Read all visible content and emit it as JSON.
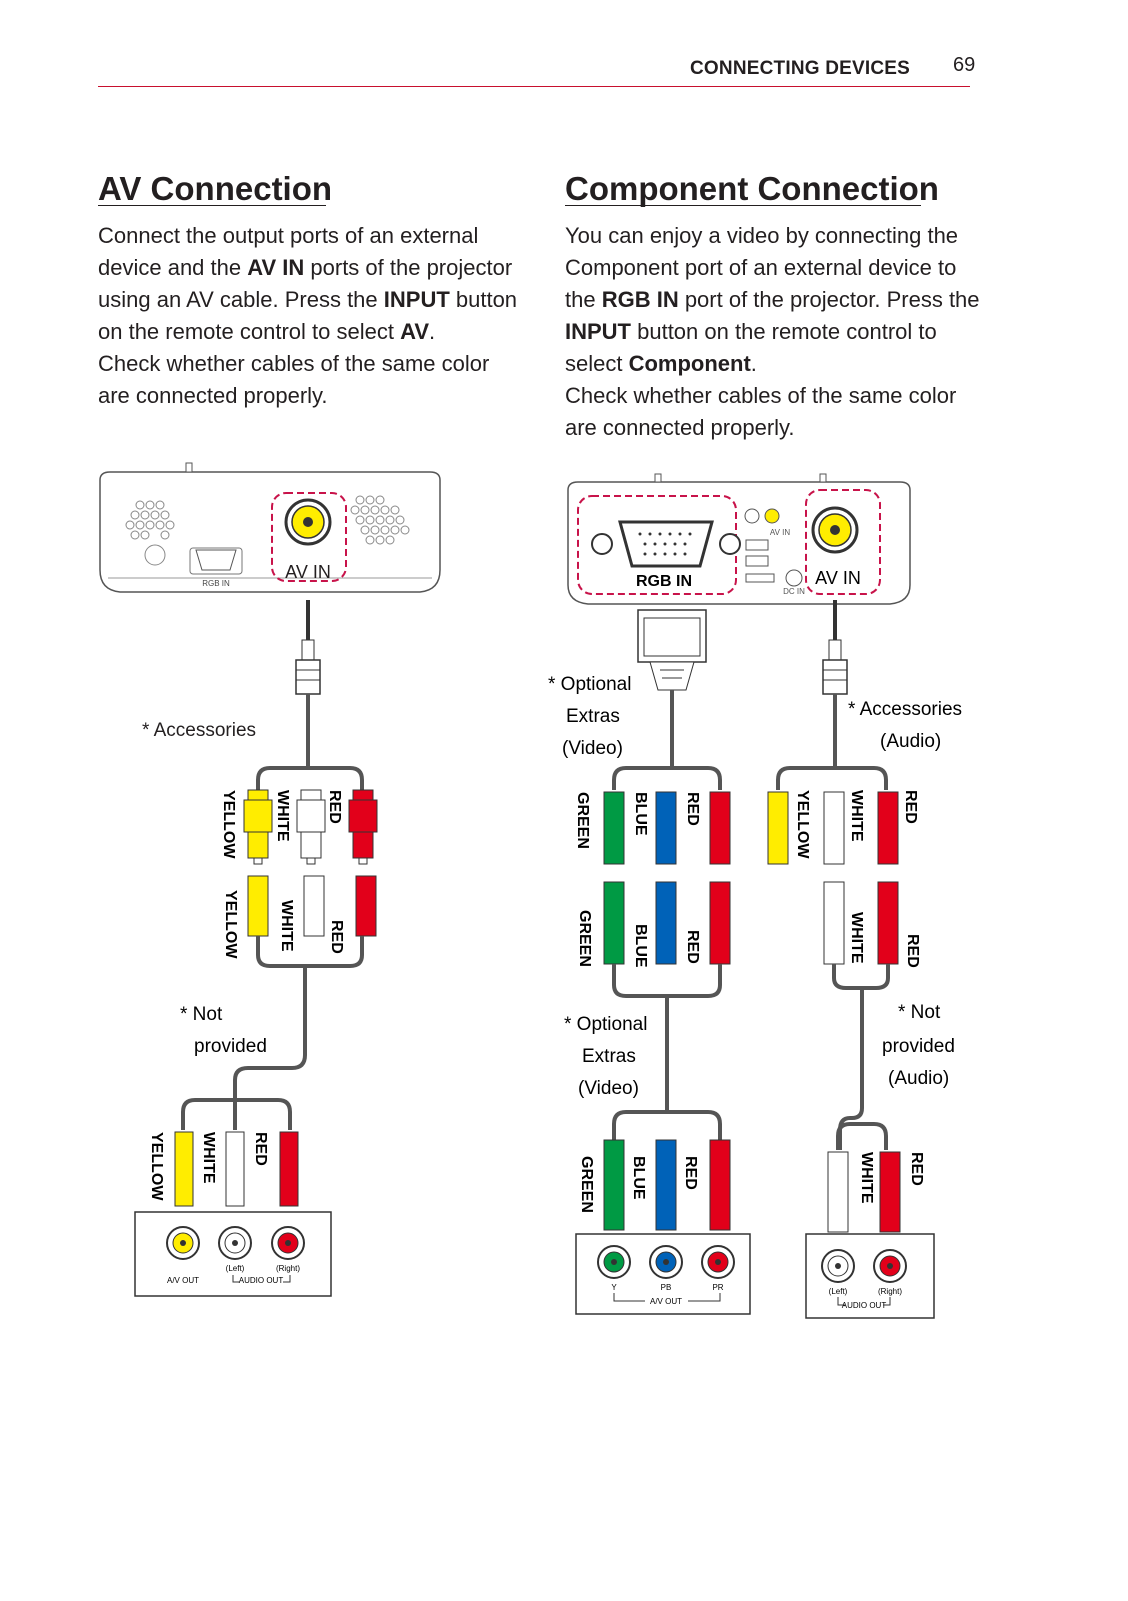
{
  "header": {
    "section": "CONNECTING DEVICES",
    "page_number": "69"
  },
  "av": {
    "title": "AV Connection",
    "p1": [
      "Connect the output ports of an external device and the ",
      "AV IN",
      " ports of the projector using an AV cable. Press the ",
      "INPUT",
      " button on the remote control to select ",
      "AV",
      "."
    ],
    "p2": "Check whether cables of the same color are connected properly.",
    "diagram": {
      "rgb_port": "RGB IN",
      "av_in": "AV IN",
      "accessories": "* Accessories",
      "not_provided": [
        "* Not",
        "provided"
      ],
      "plugs": [
        "YELLOW",
        "WHITE",
        "RED"
      ],
      "jack_left": "(Left)",
      "jack_right": "(Right)",
      "av_out": "A/V OUT",
      "audio_out": "AUDIO OUT"
    }
  },
  "component": {
    "title": "Component Connection",
    "p1": [
      "You can enjoy a video by connecting the Component port of an external device to the ",
      "RGB IN",
      " port of the projector. Press the ",
      "INPUT",
      " button on the remote control to select ",
      "Component",
      "."
    ],
    "p2": "Check whether cables of the same color are connected properly.",
    "diagram": {
      "rgb_in": "RGB IN",
      "av_in": "AV IN",
      "av_in_small": "AV IN",
      "dc_in": "DC IN",
      "optional_top": [
        "* Optional",
        "Extras",
        "(Video)"
      ],
      "accessories_audio": [
        "* Accessories",
        "(Audio)"
      ],
      "optional_mid": [
        "* Optional",
        "Extras",
        "(Video)"
      ],
      "not_provided_audio": [
        "* Not",
        "provided",
        "(Audio)"
      ],
      "video_plugs": [
        "GREEN",
        "BLUE",
        "RED"
      ],
      "audio_plugs_top": [
        "YELLOW",
        "WHITE",
        "RED"
      ],
      "audio_plugs": [
        "WHITE",
        "RED"
      ],
      "y": "Y",
      "pb": "PB",
      "pr": "PR",
      "av_out": "A/V OUT",
      "jack_left": "(Left)",
      "jack_right": "(Right)",
      "audio_out": "AUDIO OUT"
    }
  },
  "colors": {
    "yellow": "#ffed00",
    "white": "#ffffff",
    "red": "#e2001a",
    "green": "#009a44",
    "blue": "#0062b8",
    "accent": "#c8102e",
    "dashed": "#c8134a"
  }
}
